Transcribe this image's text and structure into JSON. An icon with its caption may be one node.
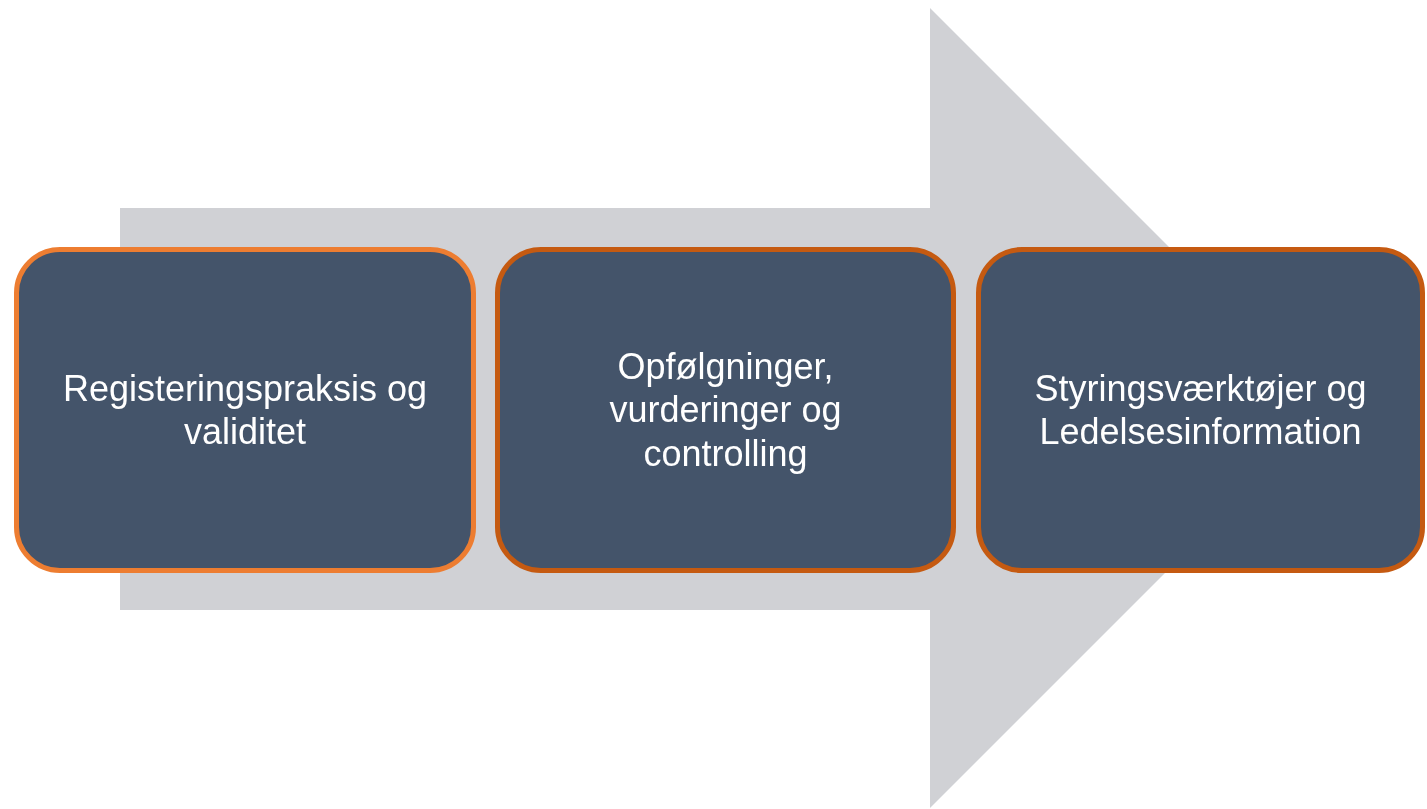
{
  "diagram": {
    "nodes": [
      {
        "text": [
          "Registeringspraksis og validitet"
        ]
      },
      {
        "text": [
          "Opfølgninger, vurderinger og controlling"
        ]
      },
      {
        "text": [
          "Styringsværktøjer og Ledelsesinformation"
        ]
      }
    ],
    "edges": [
      {
        "from": 0,
        "to": 2,
        "arrow": "to"
      }
    ]
  }
}
